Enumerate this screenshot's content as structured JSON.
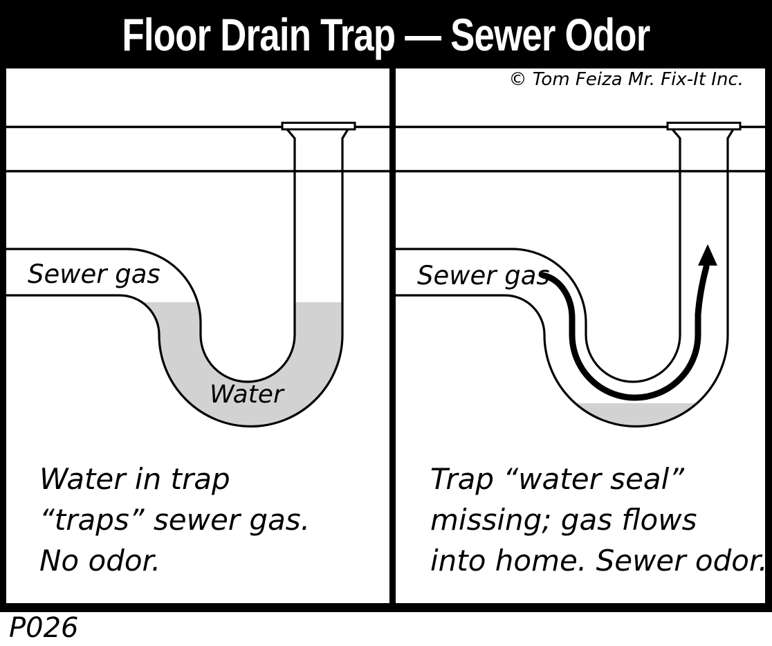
{
  "title": "Floor Drain Trap — Sewer Odor",
  "copyright": "© Tom Feiza Mr. Fix-It Inc.",
  "diagram_code": "P026",
  "colors": {
    "banner_bg": "#000000",
    "banner_text": "#ffffff",
    "line": "#000000",
    "water": "#d2d2d2"
  },
  "left_panel": {
    "pipe_label": "Sewer gas",
    "water_label": "Water",
    "caption_lines": [
      "Water in trap",
      "“traps” sewer gas.",
      "No odor."
    ]
  },
  "right_panel": {
    "pipe_label": "Sewer gas",
    "caption_lines": [
      "Trap “water seal”",
      "missing; gas flows",
      "into home. Sewer odor."
    ]
  }
}
